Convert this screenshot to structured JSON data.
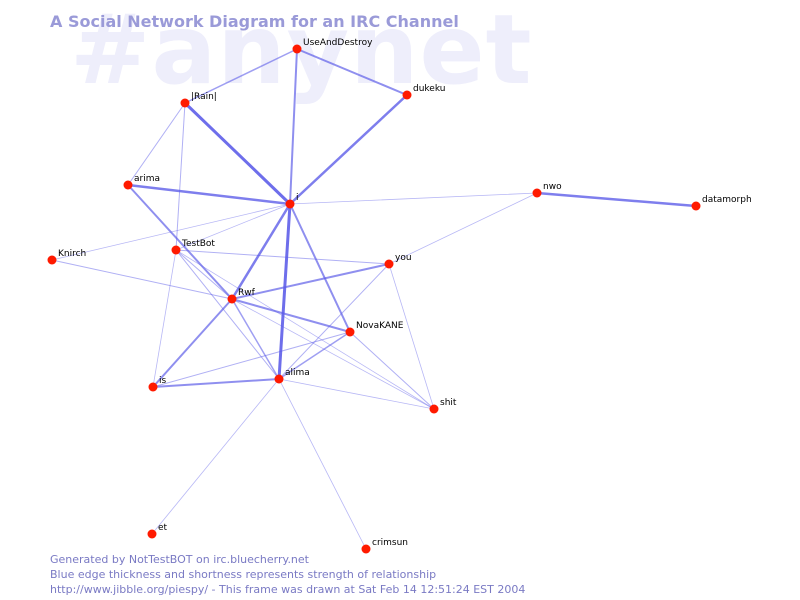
{
  "watermark": "#anynet",
  "title": "A Social Network Diagram for an IRC Channel",
  "footer": {
    "line1": "Generated by NotTestBOT on irc.bluecherry.net",
    "line2": "Blue edge thickness and shortness represents strength of relationship",
    "line3": "http://www.jibble.org/piespy/ - This frame was drawn at Sat Feb 14 12:51:24 EST 2004"
  },
  "colors": {
    "node": "#ff1a00",
    "edge": "#5a5ae8",
    "title": "#9a9ad8"
  },
  "nodes": [
    {
      "id": "UseAndDestroy",
      "label": "UseAndDestroy"
    },
    {
      "id": "dukeku",
      "label": "dukeku"
    },
    {
      "id": "Rain",
      "label": "|Rain|"
    },
    {
      "id": "arima",
      "label": "arima"
    },
    {
      "id": "i",
      "label": "i"
    },
    {
      "id": "nwo",
      "label": "nwo"
    },
    {
      "id": "datamorph",
      "label": "datamorph"
    },
    {
      "id": "TestBot",
      "label": "TestBot"
    },
    {
      "id": "Knirch",
      "label": "Knirch"
    },
    {
      "id": "you",
      "label": "you"
    },
    {
      "id": "Rwf",
      "label": "Rwf"
    },
    {
      "id": "NovaKANE",
      "label": "NovaKANE"
    },
    {
      "id": "is",
      "label": "is"
    },
    {
      "id": "alima",
      "label": "alima"
    },
    {
      "id": "shit",
      "label": "shit"
    },
    {
      "id": "et",
      "label": "et"
    },
    {
      "id": "crimsun",
      "label": "crimsun"
    }
  ],
  "edges": [
    {
      "source": "Rain",
      "target": "i",
      "strength": 3
    },
    {
      "source": "i",
      "target": "alima",
      "strength": 3
    },
    {
      "source": "i",
      "target": "dukeku",
      "strength": 2.5
    },
    {
      "source": "i",
      "target": "Rwf",
      "strength": 2.5
    },
    {
      "source": "arima",
      "target": "i",
      "strength": 2.5
    },
    {
      "source": "nwo",
      "target": "datamorph",
      "strength": 2.5
    },
    {
      "source": "UseAndDestroy",
      "target": "i",
      "strength": 2
    },
    {
      "source": "UseAndDestroy",
      "target": "dukeku",
      "strength": 2
    },
    {
      "source": "Rwf",
      "target": "NovaKANE",
      "strength": 2
    },
    {
      "source": "Rwf",
      "target": "you",
      "strength": 2
    },
    {
      "source": "Rwf",
      "target": "is",
      "strength": 2
    },
    {
      "source": "arima",
      "target": "Rwf",
      "strength": 2
    },
    {
      "source": "is",
      "target": "alima",
      "strength": 2
    },
    {
      "source": "i",
      "target": "NovaKANE",
      "strength": 2
    },
    {
      "source": "UseAndDestroy",
      "target": "Rain",
      "strength": 1.5
    },
    {
      "source": "Rwf",
      "target": "alima",
      "strength": 1.5
    },
    {
      "source": "NovaKANE",
      "target": "alima",
      "strength": 1.5
    },
    {
      "source": "Rain",
      "target": "arima",
      "strength": 1
    },
    {
      "source": "Knirch",
      "target": "Rwf",
      "strength": 1
    },
    {
      "source": "NovaKANE",
      "target": "shit",
      "strength": 1
    },
    {
      "source": "TestBot",
      "target": "you",
      "strength": 1
    },
    {
      "source": "TestBot",
      "target": "Rwf",
      "strength": 1
    },
    {
      "source": "TestBot",
      "target": "alima",
      "strength": 1
    },
    {
      "source": "is",
      "target": "NovaKANE",
      "strength": 1
    },
    {
      "source": "Rain",
      "target": "TestBot",
      "strength": 1
    },
    {
      "source": "you",
      "target": "alima",
      "strength": 1
    },
    {
      "source": "Knirch",
      "target": "i",
      "strength": 0.8
    },
    {
      "source": "i",
      "target": "nwo",
      "strength": 0.8
    },
    {
      "source": "i",
      "target": "TestBot",
      "strength": 0.8
    },
    {
      "source": "you",
      "target": "nwo",
      "strength": 0.8
    },
    {
      "source": "Rwf",
      "target": "shit",
      "strength": 0.8
    },
    {
      "source": "TestBot",
      "target": "is",
      "strength": 0.8
    },
    {
      "source": "TestBot",
      "target": "shit",
      "strength": 0.8
    },
    {
      "source": "alima",
      "target": "et",
      "strength": 0.8
    },
    {
      "source": "alima",
      "target": "crimsun",
      "strength": 0.8
    },
    {
      "source": "alima",
      "target": "shit",
      "strength": 0.8
    },
    {
      "source": "you",
      "target": "shit",
      "strength": 0.8
    }
  ]
}
